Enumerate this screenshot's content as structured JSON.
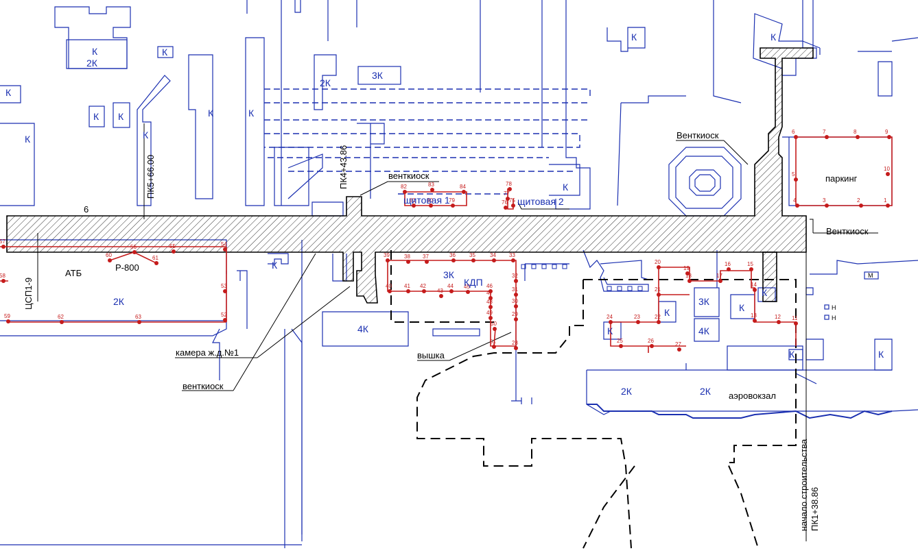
{
  "colors": {
    "building": "#1a2fb0",
    "point": "#c51b1b",
    "tunnel": "#000000"
  },
  "labels": {
    "k": "К",
    "k2": "2К",
    "k3": "3К",
    "k4": "4К",
    "ventkiosk": "венткиоск",
    "ventkiosk_cap": "Венткиоск",
    "shitovaya1": "щитовая 1",
    "shitovaya2": "щитовая 2",
    "parking": "паркинг",
    "atb": "АТБ",
    "p800": "Р-800",
    "kdp": "КДП",
    "vyshka": "вышка",
    "kamera": "камера ж.д.№1",
    "aerovokzal": "аэровокзал",
    "pk5": "ПК5+66.00",
    "pk4": "ПК4+43.86",
    "pk1": "ПК1+38.86",
    "start": "начало строительства",
    "csp": "ЦСП1-9",
    "six": "6",
    "m": "М",
    "n": "Н"
  },
  "points": [
    {
      "n": "1"
    },
    {
      "n": "2"
    },
    {
      "n": "3"
    },
    {
      "n": "4"
    },
    {
      "n": "5"
    },
    {
      "n": "6"
    },
    {
      "n": "7"
    },
    {
      "n": "8"
    },
    {
      "n": "9"
    },
    {
      "n": "10"
    },
    {
      "n": "11"
    },
    {
      "n": "12"
    },
    {
      "n": "13"
    },
    {
      "n": "14"
    },
    {
      "n": "15"
    },
    {
      "n": "16"
    },
    {
      "n": "17"
    },
    {
      "n": "18"
    },
    {
      "n": "19"
    },
    {
      "n": "20"
    },
    {
      "n": "21"
    },
    {
      "n": "22"
    },
    {
      "n": "23"
    },
    {
      "n": "24"
    },
    {
      "n": "25"
    },
    {
      "n": "26"
    },
    {
      "n": "27"
    },
    {
      "n": "28"
    },
    {
      "n": "29"
    },
    {
      "n": "30"
    },
    {
      "n": "31"
    },
    {
      "n": "32"
    },
    {
      "n": "33"
    },
    {
      "n": "34"
    },
    {
      "n": "35"
    },
    {
      "n": "36"
    },
    {
      "n": "37"
    },
    {
      "n": "38"
    },
    {
      "n": "39"
    },
    {
      "n": "40"
    },
    {
      "n": "41"
    },
    {
      "n": "42"
    },
    {
      "n": "43"
    },
    {
      "n": "44"
    },
    {
      "n": "45"
    },
    {
      "n": "46"
    },
    {
      "n": "47"
    },
    {
      "n": "48"
    },
    {
      "n": "49"
    },
    {
      "n": "50"
    },
    {
      "n": "51"
    },
    {
      "n": "52"
    },
    {
      "n": "53"
    },
    {
      "n": "54"
    },
    {
      "n": "55"
    },
    {
      "n": "56"
    },
    {
      "n": "57"
    },
    {
      "n": "58"
    },
    {
      "n": "59"
    },
    {
      "n": "60"
    },
    {
      "n": "61"
    },
    {
      "n": "62"
    },
    {
      "n": "63"
    },
    {
      "n": "75"
    },
    {
      "n": "76"
    },
    {
      "n": "77"
    },
    {
      "n": "78"
    },
    {
      "n": "79"
    },
    {
      "n": "80"
    },
    {
      "n": "81"
    },
    {
      "n": "82"
    },
    {
      "n": "83"
    },
    {
      "n": "84"
    }
  ]
}
